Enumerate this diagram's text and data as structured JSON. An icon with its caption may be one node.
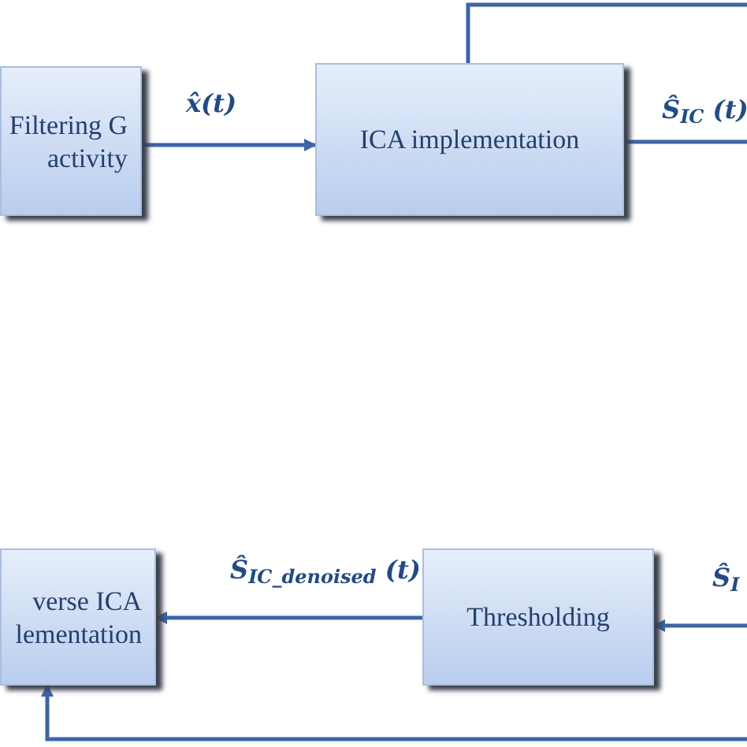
{
  "diagram": {
    "nodes": [
      {
        "text": [
          "Filtering G activity"
        ]
      },
      {
        "text": [
          "ICA implementation"
        ]
      },
      {
        "text": [
          "verse ICA lementation"
        ]
      },
      {
        "text": [
          "Thresholding"
        ]
      }
    ],
    "edges": [
      {
        "from": 0,
        "to": 1,
        "arrow": "to",
        "label": "x̂(t)"
      },
      {
        "from": 1,
        "to": null,
        "arrow": "none",
        "label": "Ŝ$_{IC}$ (t)"
      },
      {
        "from": 1,
        "to": null,
        "arrow": "none"
      },
      {
        "from": null,
        "to": 3,
        "arrow": "to",
        "label": "Ŝ$_{I}$"
      },
      {
        "from": 3,
        "to": 2,
        "arrow": "to",
        "label": "Ŝ$_{IC_denoised}$ (t)"
      },
      {
        "from": null,
        "to": 2,
        "arrow": "to"
      }
    ]
  }
}
